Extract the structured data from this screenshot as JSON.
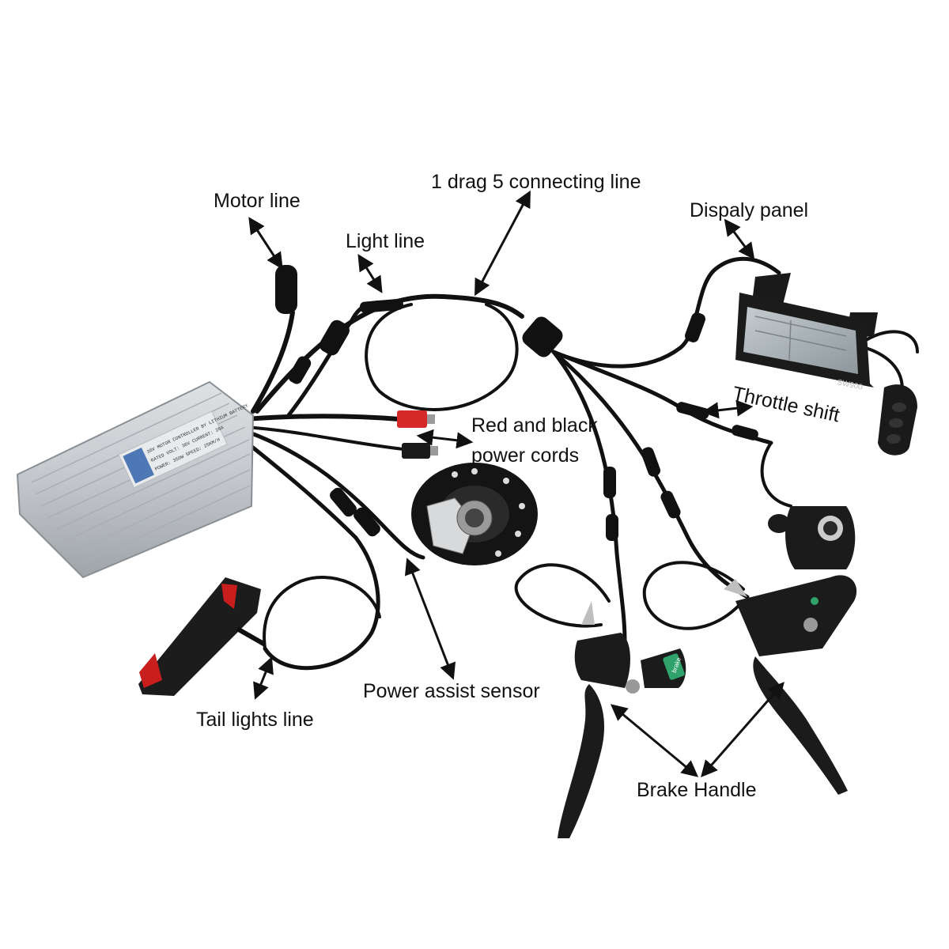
{
  "labels": {
    "motor_line": "Motor line",
    "light_line": "Light line",
    "connecting_line": "1 drag 5 connecting line",
    "display_panel": "Dispaly panel",
    "throttle_shift": "Throttle shift",
    "power_cords_line1": "Red and black",
    "power_cords_line2": "power cords",
    "power_assist_sensor": "Power assist sensor",
    "tail_lights_line": "Tail lights line",
    "brake_handle": "Brake Handle"
  },
  "controller_sticker": {
    "line1": "36V MOTOR CONTROLLER BY LITHIUM BATTERY",
    "line2": "RATED VOLT: 36V  CURRENT: 26A",
    "line3": "POWER: 350W  SPEED: 25KM/H"
  },
  "display_model": "SW900",
  "brake_badge": "brake",
  "colors": {
    "background": "#ffffff",
    "cable": "#111111",
    "controller_body": "#c9ccd0",
    "red_cord": "#d62a2a",
    "sticker": "#e8eaec",
    "lcd_screen": "#aeb5b8",
    "badge": "#2fa36b",
    "tail_light_red": "#c81e1e"
  }
}
